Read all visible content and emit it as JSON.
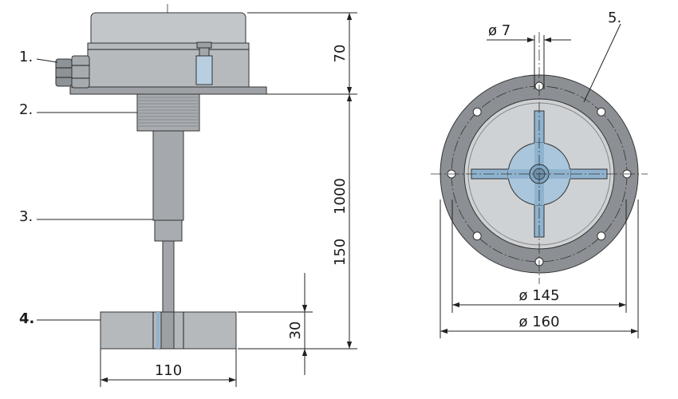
{
  "colors": {
    "housing": "#b9bcbf",
    "housing_dark": "#8e9296",
    "rod": "#a7abae",
    "flange_outer": "#8c9094",
    "flange_inner": "#cfd2d4",
    "blade_blue": "#8fb3cf",
    "hub_blue": "#a9c6dc",
    "dimension_line": "#222222"
  },
  "callouts": {
    "p1": "1.",
    "p2": "2.",
    "p3": "3.",
    "p4": "4.",
    "p5": "5."
  },
  "dimensions": {
    "housing_height": "70",
    "total_length": "1000",
    "shaft_length": "150",
    "blade_height": "30",
    "blade_width": "110",
    "hole_diameter": "ø 7",
    "inner_diameter": "ø 145",
    "outer_diameter": "ø 160"
  }
}
